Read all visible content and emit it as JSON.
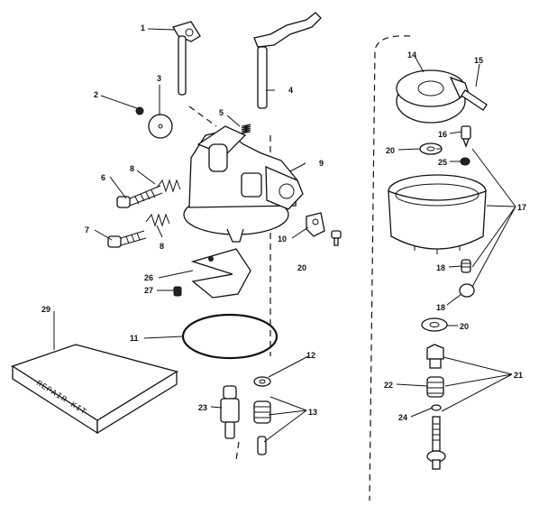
{
  "diagram": {
    "labels": {
      "p1": "1",
      "p2": "2",
      "p3": "3",
      "p4": "4",
      "p5": "5",
      "p6": "6",
      "p7": "7",
      "p8a": "8",
      "p8b": "8",
      "p9": "9",
      "p10": "10",
      "p11": "11",
      "p12": "12",
      "p13": "13",
      "p14": "14",
      "p15": "15",
      "p16": "16",
      "p17": "17",
      "p18a": "18",
      "p18b": "18",
      "p20a": "20",
      "p20b": "20",
      "p20c": "20",
      "p21": "21",
      "p22": "22",
      "p23": "23",
      "p24": "24",
      "p25": "25",
      "p26": "26",
      "p27": "27",
      "p29": "29"
    },
    "repair_kit_text": "REPAIR KIT"
  }
}
